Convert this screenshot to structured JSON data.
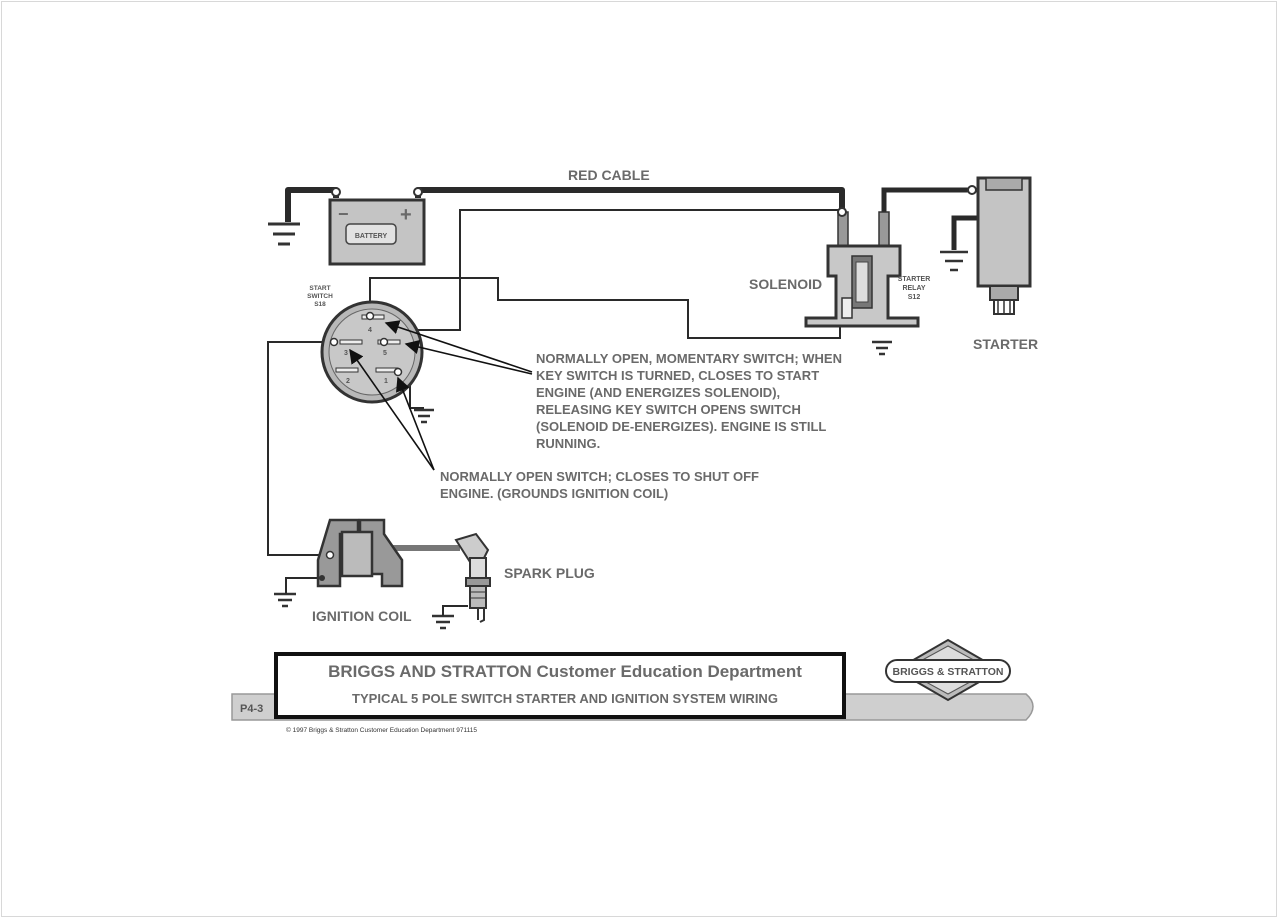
{
  "diagram": {
    "labels": {
      "red_cable": "RED CABLE",
      "battery": "BATTERY",
      "battery_minus": "−",
      "battery_plus": "+",
      "start_switch_1": "START",
      "start_switch_2": "SWITCH",
      "start_switch_3": "S18",
      "solenoid": "SOLENOID",
      "starter_relay_1": "STARTER",
      "starter_relay_2": "RELAY",
      "starter_relay_3": "S12",
      "starter": "STARTER",
      "spark_plug": "SPARK PLUG",
      "ignition_coil": "IGNITION COIL",
      "pole_1": "1",
      "pole_2": "2",
      "pole_3": "3",
      "pole_4": "4",
      "pole_5": "5"
    },
    "annotations": {
      "momentary_lines": [
        "NORMALLY OPEN, MOMENTARY SWITCH;  WHEN",
        "KEY SWITCH IS TURNED, CLOSES TO START",
        "ENGINE (AND ENERGIZES SOLENOID),",
        "RELEASING KEY SWITCH OPENS SWITCH",
        "(SOLENOID DE-ENERGIZES).  ENGINE IS STILL",
        "RUNNING."
      ],
      "shutoff_lines": [
        "NORMALLY OPEN SWITCH;  CLOSES TO SHUT OFF",
        "ENGINE.  (GROUNDS IGNITION COIL)"
      ]
    }
  },
  "footer": {
    "title": "BRIGGS AND STRATTON  Customer Education Department",
    "subtitle": "TYPICAL 5 POLE SWITCH  STARTER AND IGNITION SYSTEM WIRING",
    "page_number": "P4-3",
    "logo_text": "BRIGGS & STRATTON",
    "copyright": "© 1997 Briggs & Stratton Customer Education Department 971115"
  }
}
